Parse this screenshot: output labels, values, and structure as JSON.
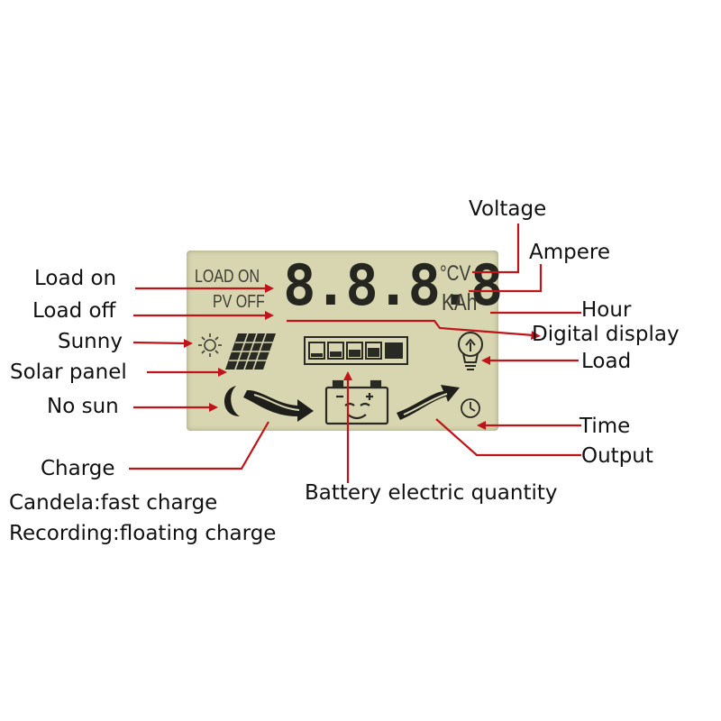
{
  "lcd": {
    "load_on": "LOAD ON",
    "pv_off": "PV OFF",
    "digits": "8.8.8.8",
    "units_top": "°CV",
    "units_bottom": "KAh"
  },
  "labels": {
    "voltage": "Voltage",
    "ampere": "Ampere",
    "load_on": "Load on",
    "load_off": "Load off",
    "hour": "Hour",
    "digital_display": "Digital display",
    "sunny": "Sunny",
    "load": "Load",
    "solar_panel": "Solar panel",
    "no_sun": "No sun",
    "time": "Time",
    "output": "Output",
    "charge": "Charge",
    "battery": "Battery electric quantity",
    "note_fast": "Candela:fast charge",
    "note_float": "Recording:floating charge"
  },
  "colors": {
    "leader": "#c0141b",
    "lcd_background": "#d8d6b0",
    "lcd_segment": "#2a2a24"
  },
  "icons": [
    "sun-icon",
    "solar-panel-icon",
    "moon-icon",
    "charge-arrow-icon",
    "battery-face-icon",
    "output-arrow-icon",
    "bulb-icon",
    "clock-icon",
    "battery-level-bars"
  ]
}
